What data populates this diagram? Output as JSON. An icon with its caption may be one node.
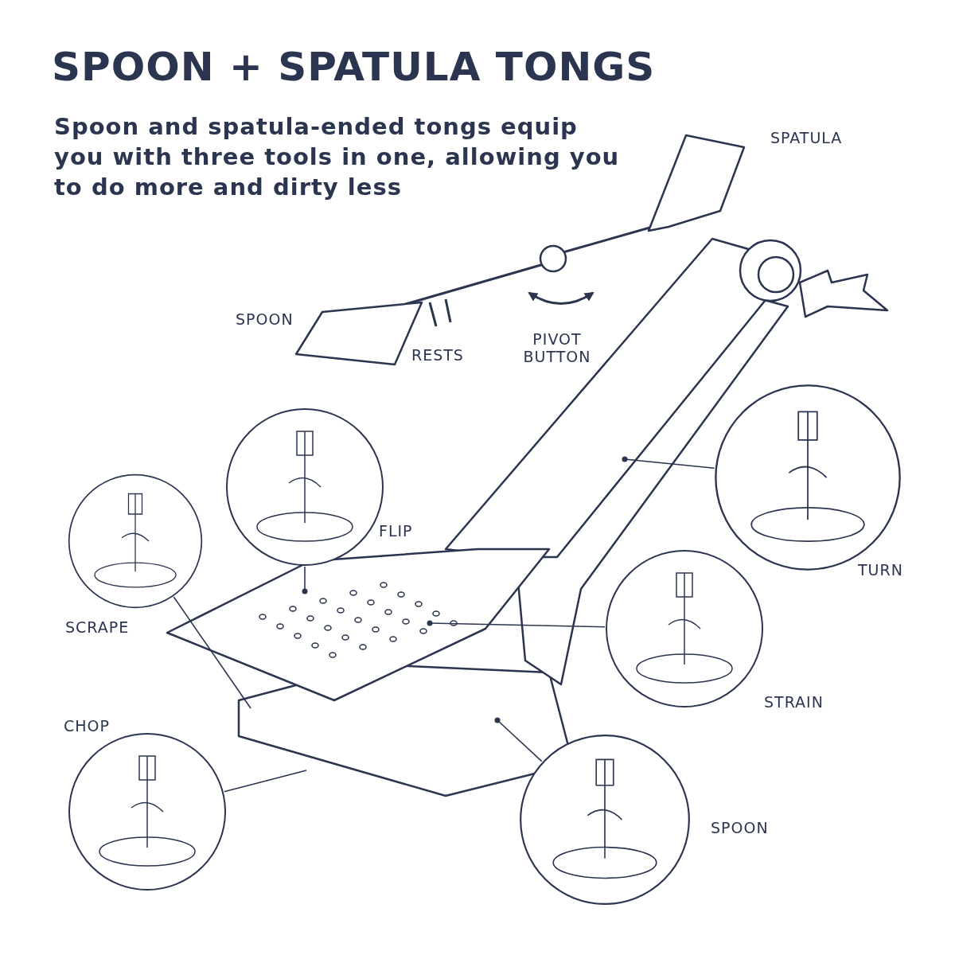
{
  "diagram": {
    "title": "SPOON + SPATULA TONGS",
    "nodes": [
      {
        "text": [],
        "shape": "picture",
        "beside": [
          "FLIP"
        ]
      },
      {
        "text": [],
        "shape": "picture",
        "beside": [
          "TURN"
        ]
      },
      {
        "text": [],
        "shape": "picture",
        "beside": [
          "SCRAPE"
        ]
      },
      {
        "text": [],
        "shape": "picture",
        "beside": [
          "STRAIN"
        ]
      },
      {
        "text": [],
        "shape": "picture",
        "beside": [
          "CHOP"
        ]
      },
      {
        "text": [],
        "shape": "picture",
        "beside": [
          "SPOON"
        ]
      }
    ],
    "edges": [
      {
        "from": 0,
        "to": null,
        "arrow": "other"
      },
      {
        "from": 1,
        "to": null,
        "arrow": "other"
      },
      {
        "from": 2,
        "to": null,
        "arrow": "none"
      },
      {
        "from": 3,
        "to": null,
        "arrow": "other"
      },
      {
        "from": 4,
        "to": null,
        "arrow": "none"
      },
      {
        "from": 5,
        "to": null,
        "arrow": "other"
      }
    ],
    "labels": [
      "Spoon and spatula-ended tongs equip you with three tools in one, allowing you to do more and dirty less",
      "SPATULA",
      "SPOON",
      "RESTS",
      "PIVOT BUTTON"
    ]
  }
}
